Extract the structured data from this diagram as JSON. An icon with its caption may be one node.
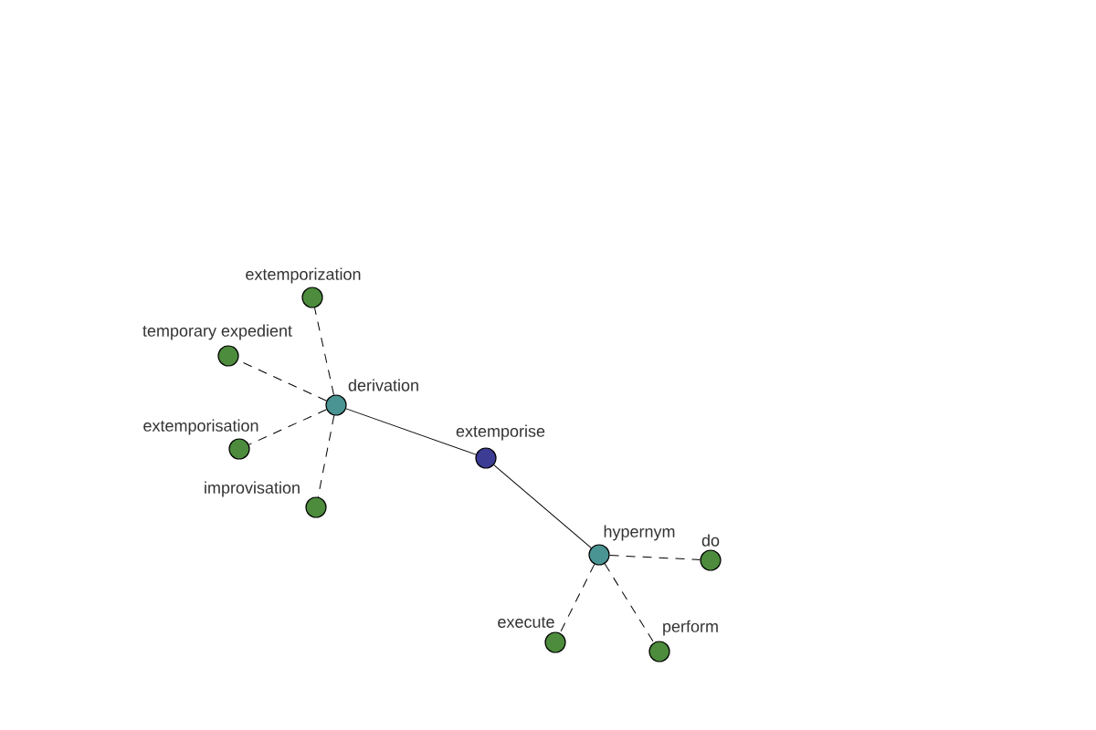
{
  "diagram": {
    "nodes": [
      {
        "text": [
          "extemporise"
        ]
      },
      {
        "text": [
          "derivation"
        ]
      },
      {
        "text": [
          "hypernym"
        ]
      },
      {
        "text": [
          "extemporization"
        ]
      },
      {
        "text": [
          "temporary expedient"
        ]
      },
      {
        "text": [
          "extemporisation"
        ]
      },
      {
        "text": [
          "improvisation"
        ]
      },
      {
        "text": [
          "do"
        ]
      },
      {
        "text": [
          "execute"
        ]
      },
      {
        "text": [
          "perform"
        ]
      }
    ],
    "edges": [
      {
        "from": 0,
        "to": 1,
        "arrow": "none"
      },
      {
        "from": 0,
        "to": 2,
        "arrow": "none"
      },
      {
        "from": 1,
        "to": 3,
        "arrow": "none",
        "style": "dashed"
      },
      {
        "from": 1,
        "to": 4,
        "arrow": "none",
        "style": "dashed"
      },
      {
        "from": 1,
        "to": 5,
        "arrow": "none",
        "style": "dashed"
      },
      {
        "from": 1,
        "to": 6,
        "arrow": "none",
        "style": "dashed"
      },
      {
        "from": 2,
        "to": 7,
        "arrow": "none",
        "style": "dashed"
      },
      {
        "from": 2,
        "to": 8,
        "arrow": "none",
        "style": "dashed"
      },
      {
        "from": 2,
        "to": 9,
        "arrow": "none",
        "style": "dashed"
      }
    ]
  }
}
